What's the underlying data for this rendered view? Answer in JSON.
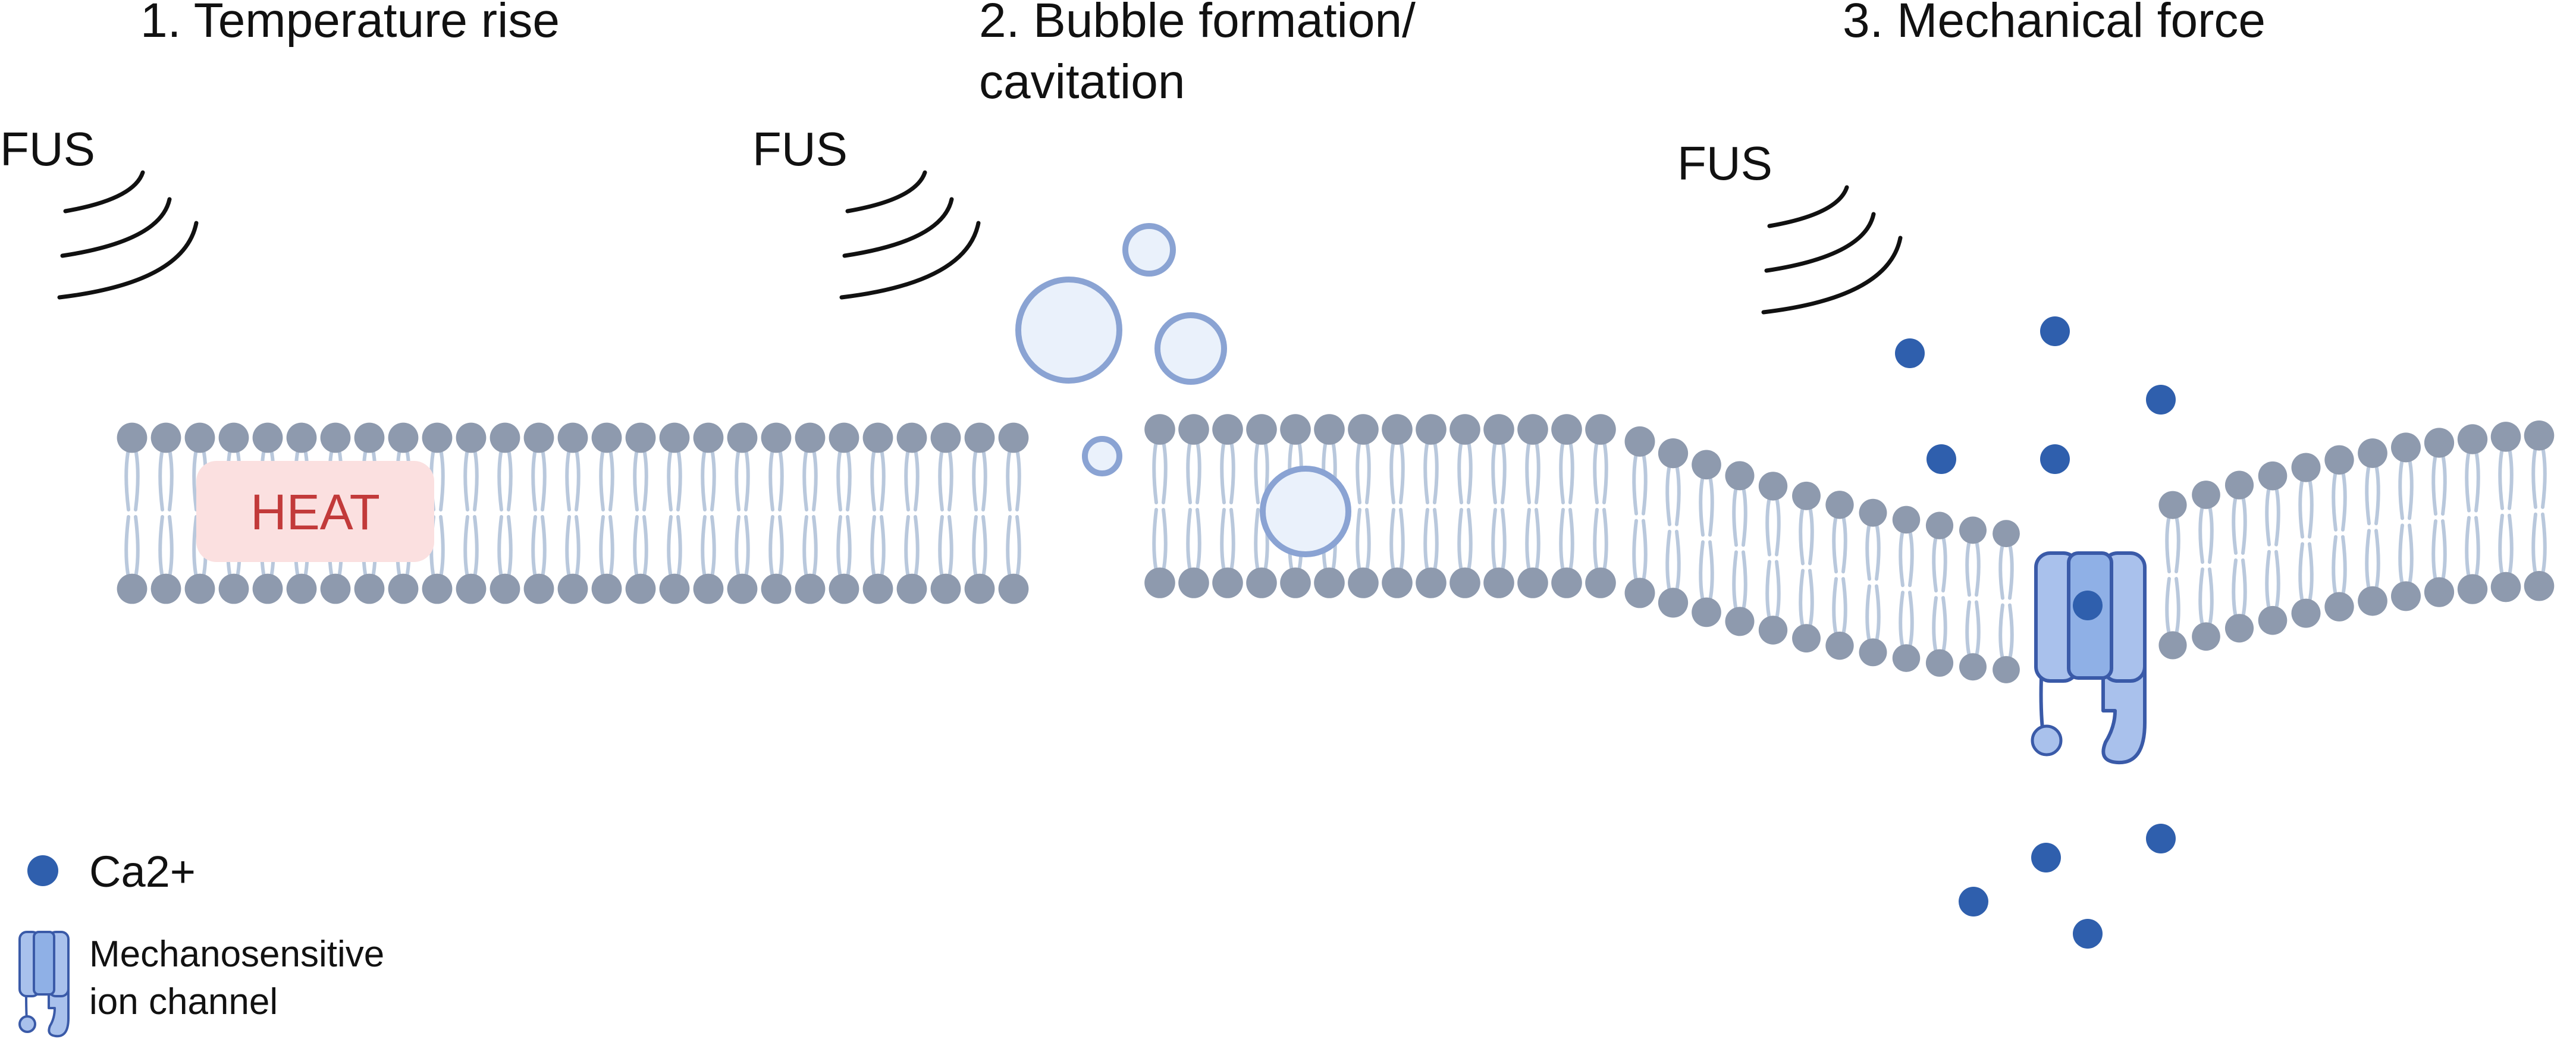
{
  "panels": [
    {
      "title": "1. Temperature rise",
      "fus_label": "FUS",
      "effect_label": "HEAT"
    },
    {
      "title_line1": "2. Bubble formation/",
      "title_line2": "cavitation",
      "fus_label": "FUS"
    },
    {
      "title": "3. Mechanical force",
      "fus_label": "FUS"
    }
  ],
  "legend": {
    "ion_label": "Ca2+",
    "channel_label_line1": "Mechanosensitive",
    "channel_label_line2": "ion channel"
  },
  "colors": {
    "lipid_head": "#8e9aae",
    "lipid_tail": "#b9c8dc",
    "ion": "#2f5fad",
    "channel_fill": "#a9c1ec",
    "channel_stroke": "#3a5aa8",
    "bubble_fill": "#eaf1fb",
    "bubble_stroke": "#8aa3d3",
    "heat_fill": "#fbe0e0",
    "heat_text": "#c23a3a",
    "wave": "#111111"
  },
  "icons": [
    "sound-wave-icon",
    "calcium-ion-icon",
    "ion-channel-icon",
    "bubble-icon"
  ]
}
